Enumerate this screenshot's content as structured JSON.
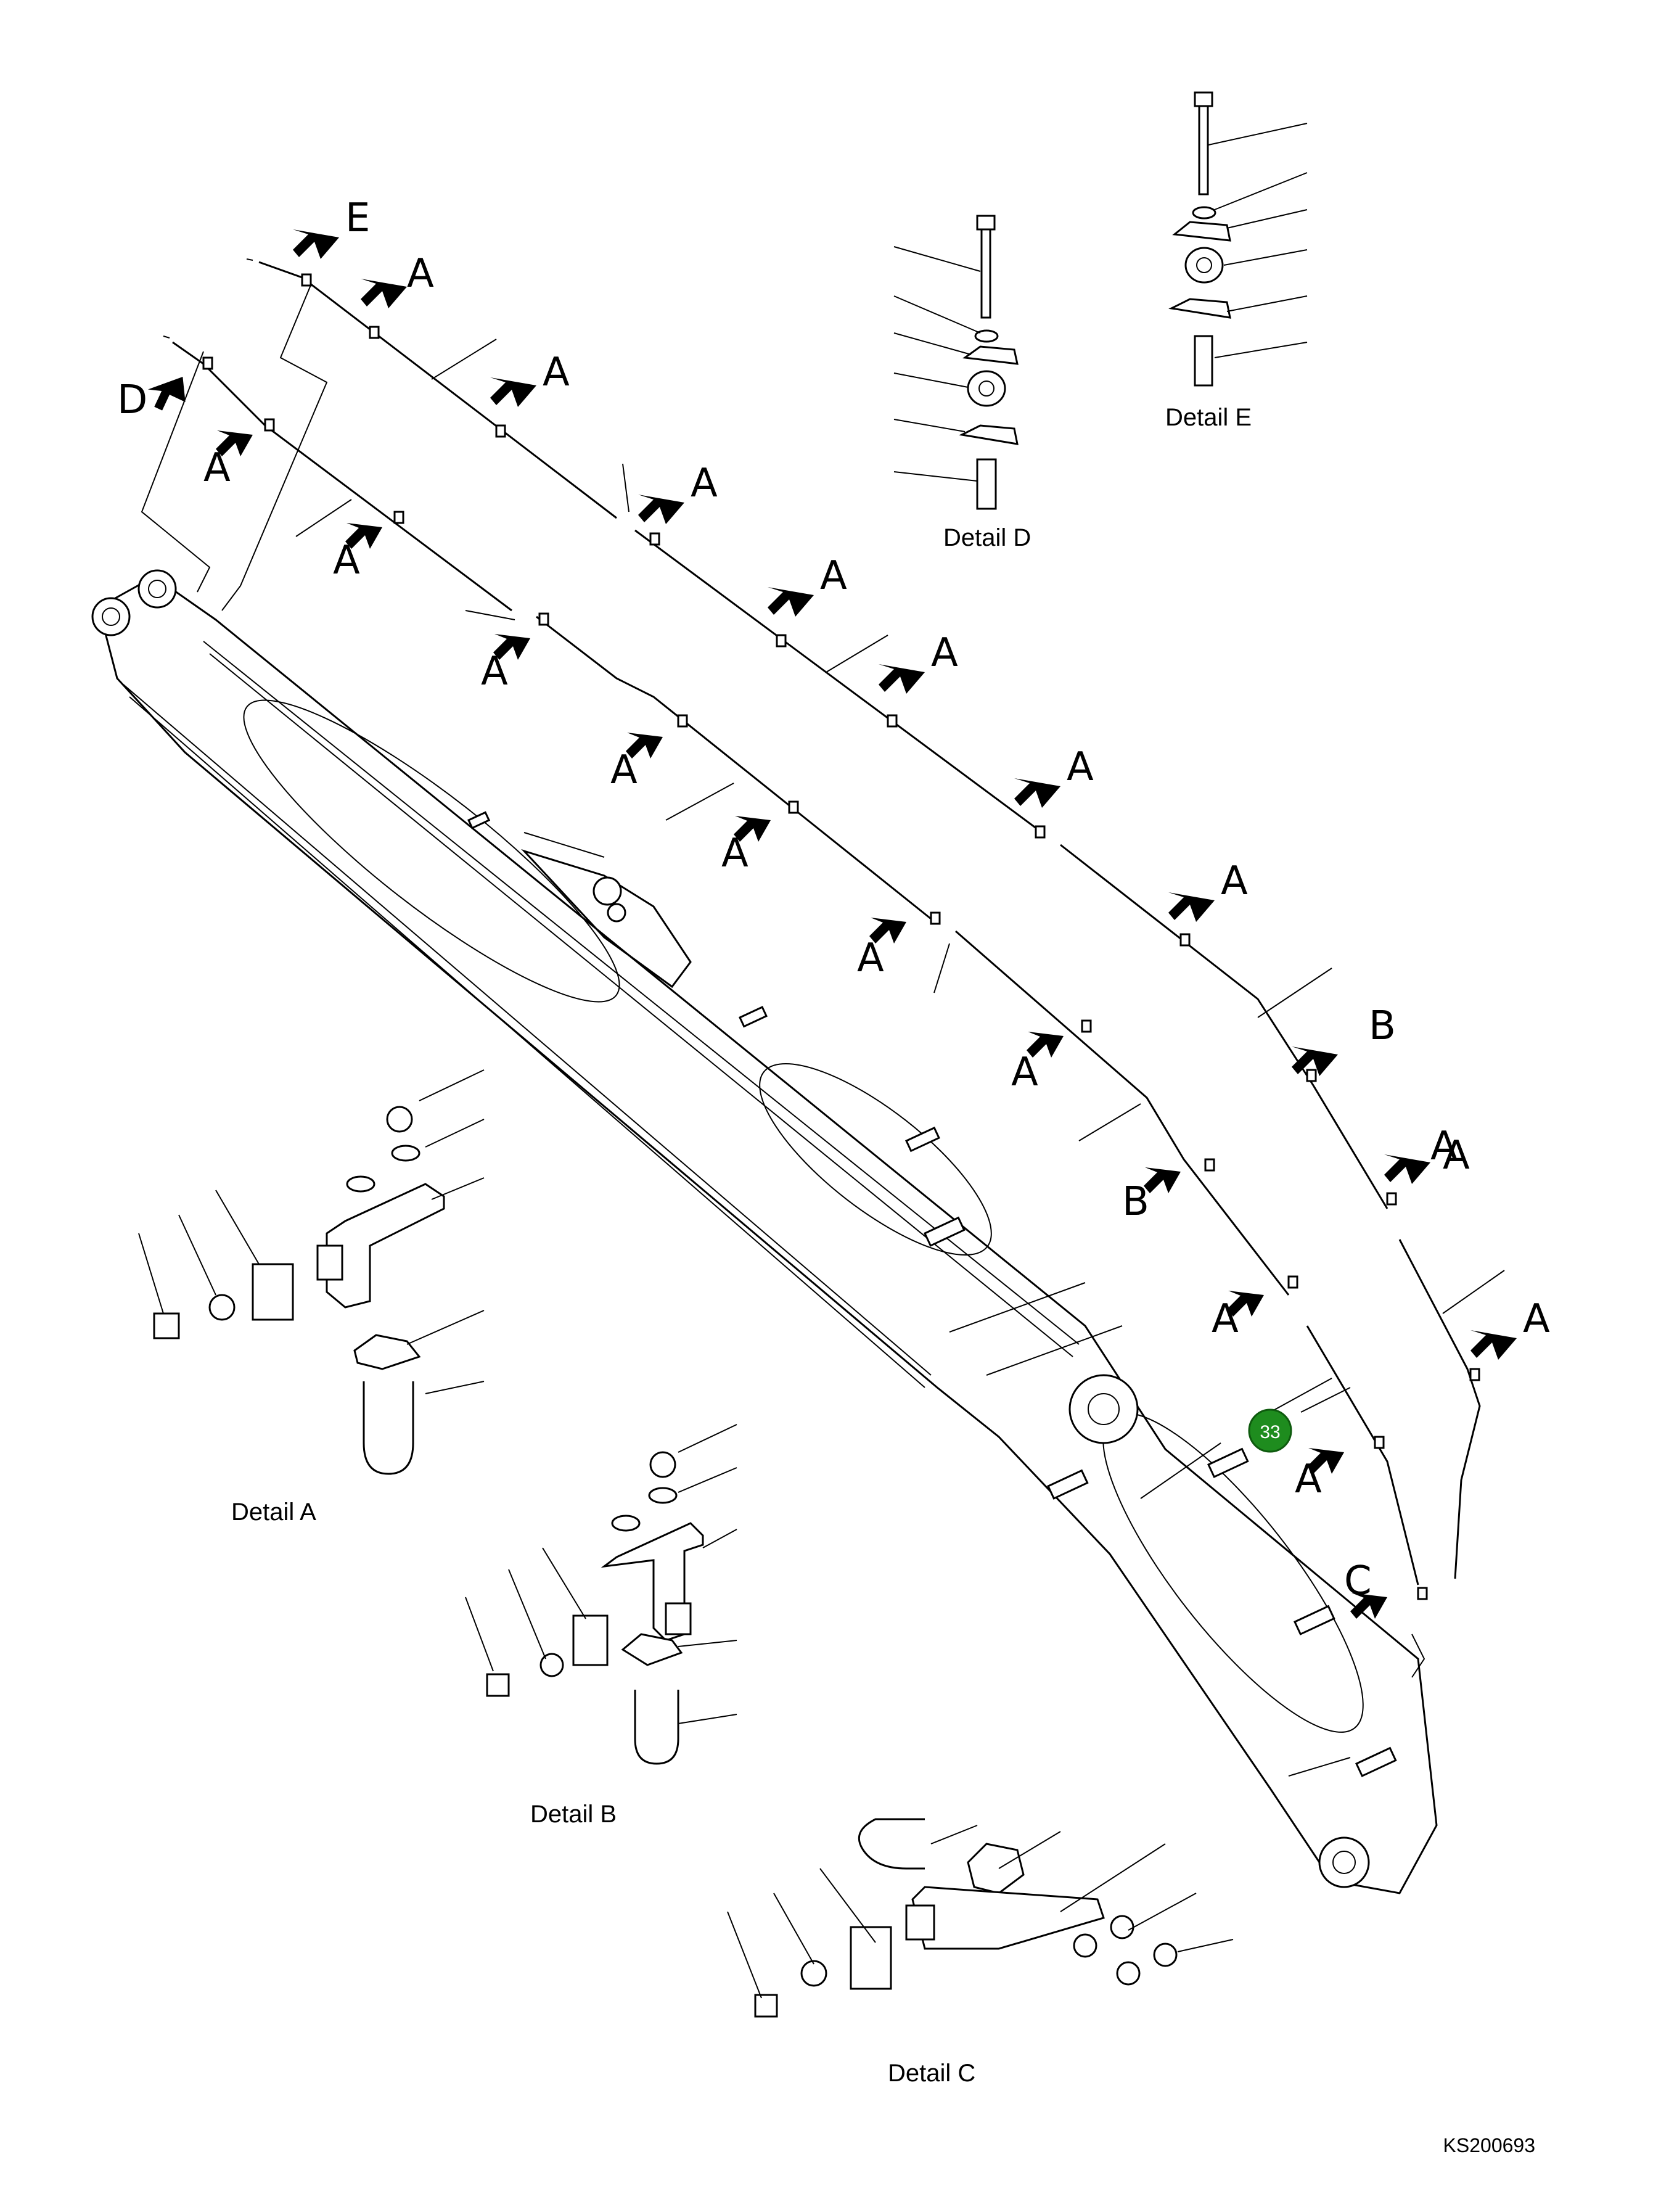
{
  "diagram": {
    "reference_code": "KS200693",
    "callout": {
      "number": "33",
      "color": "#1e8c1e"
    },
    "detail_titles": {
      "a": "Detail A",
      "b": "Detail B",
      "c": "Detail C",
      "d": "Detail D",
      "e": "Detail E"
    },
    "clip_letters": [
      "A",
      "B",
      "C",
      "D",
      "E"
    ],
    "arrow_labels": [
      "E",
      "A",
      "A",
      "D",
      "A",
      "A",
      "A",
      "A",
      "A",
      "A",
      "A",
      "A",
      "A",
      "A",
      "A",
      "A",
      "A",
      "B",
      "B",
      "A",
      "A",
      "A",
      "A",
      "C"
    ]
  }
}
